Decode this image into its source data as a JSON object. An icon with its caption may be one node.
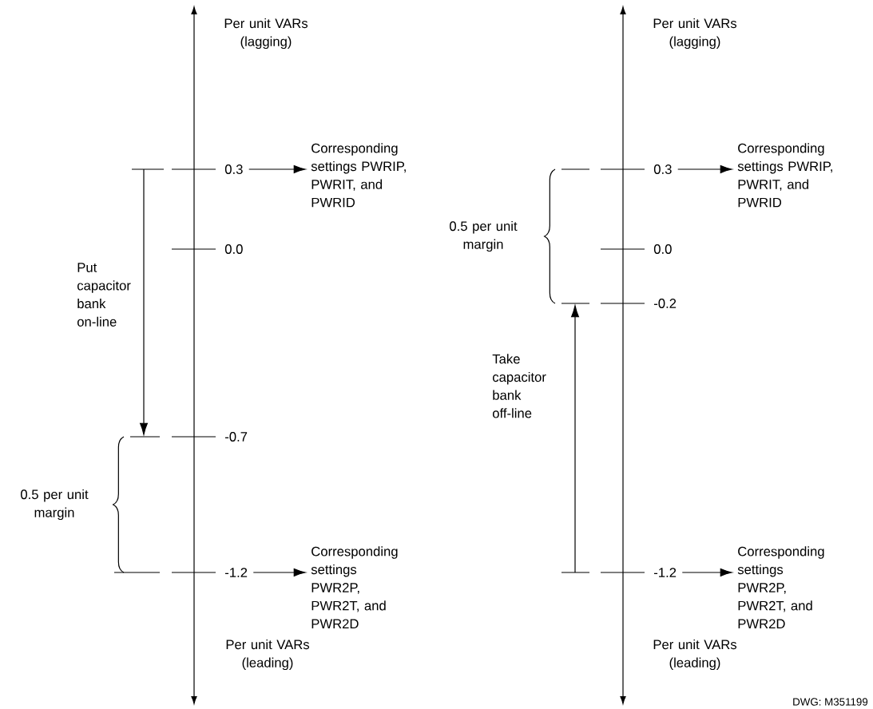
{
  "diagram": {
    "nodes": [
      {
        "text": [
          "0.3"
        ]
      },
      {
        "text": [
          "Corresponding settings PWRIP, PWRIT, and PWRID"
        ]
      },
      {
        "text": [
          "-1.2"
        ]
      },
      {
        "text": [
          "Corresponding settings PWR2P, PWR2T, and PWR2D"
        ]
      },
      {
        "text": [
          "0.3"
        ]
      },
      {
        "text": [
          "Corresponding settings PWRIP, PWRIT, and PWRID"
        ]
      },
      {
        "text": [
          "-1.2"
        ]
      },
      {
        "text": [
          "Corresponding settings PWR2P, PWR2T, and PWR2D"
        ]
      }
    ],
    "edges": [
      {
        "from": 0,
        "to": 1,
        "arrow": "to"
      },
      {
        "from": 2,
        "to": 3,
        "arrow": "to"
      },
      {
        "from": 4,
        "to": 5,
        "arrow": "to"
      },
      {
        "from": 6,
        "to": 7,
        "arrow": "to"
      }
    ],
    "labels": [
      "Per unit VARs (lagging)",
      "Per unit VARs (lagging)",
      "0.0",
      "Put capacitor bank on-line",
      "-0.7",
      "0.5 per unit margin",
      "0.0",
      "-0.2",
      "Take capacitor bank off-line",
      "0.5 per unit margin",
      "Per unit VARs (leading)",
      "Per unit VARs (leading)",
      "DWG: M351199"
    ]
  }
}
